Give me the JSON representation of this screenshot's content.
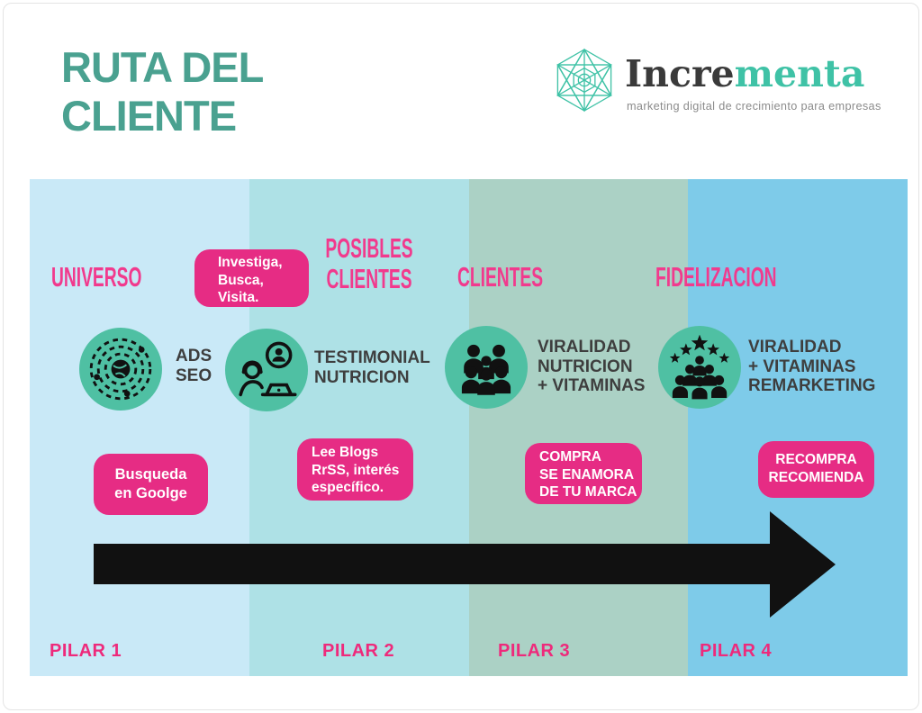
{
  "header": {
    "title_line1": "RUTA DEL",
    "title_line2": "CLIENTE",
    "logo_text_dark": "Incre",
    "logo_text_accent": "menta",
    "logo_tagline": "marketing digital de crecimiento para empresas"
  },
  "colors": {
    "title_teal": "#4AA190",
    "logo_dark": "#3A3A3A",
    "logo_teal": "#3FC2A6",
    "tagline_gray": "#8B8B8B",
    "pink_header": "#F13A8D",
    "pink_badge": "#E62C84",
    "pink_pilar": "#EE2A7B",
    "circle_teal": "#4FC0A3",
    "channel_text": "#3E3E3E",
    "arrow_black": "#111111",
    "col1": "#C9E9F7",
    "col2": "#AEE1E6",
    "col3": "#ABD1C5",
    "col4": "#7ECBE9"
  },
  "pillars": [
    {
      "label": "PILAR 1",
      "stage": "UNIVERSO",
      "icon": "universe-orbits-icon",
      "channel_line1": "ADS",
      "channel_line2": "SEO",
      "badge_bottom_line1": "Busqueda",
      "badge_bottom_line2": "en Goolge"
    },
    {
      "label": "PILAR 2",
      "stage": "POSIBLES CLIENTES",
      "icon": "testimonial-support-icon",
      "channel_line1": "TESTIMONIAL",
      "channel_line2": "NUTRICION",
      "badge_top_line1": "Investiga,",
      "badge_top_line2": "Busca,",
      "badge_top_line3": "Visita.",
      "badge_bottom_line1": "Lee Blogs",
      "badge_bottom_line2": "RrSS, interés",
      "badge_bottom_line3": "específico."
    },
    {
      "label": "PILAR 3",
      "stage": "CLIENTES",
      "icon": "clients-group-icon",
      "channel_line1": "VIRALIDAD",
      "channel_line2": "NUTRICION",
      "channel_line3": "+ VITAMINAS",
      "badge_bottom_line1": "COMPRA",
      "badge_bottom_line2": "SE ENAMORA",
      "badge_bottom_line3": "DE TU MARCA"
    },
    {
      "label": "PILAR 4",
      "stage": "FIDELIZACION",
      "icon": "loyal-fans-stars-icon",
      "channel_line1": "VIRALIDAD",
      "channel_line2": "+ VITAMINAS",
      "channel_line3": "REMARKETING",
      "badge_bottom_line1": "RECOMPRA",
      "badge_bottom_line2": "RECOMIENDA"
    }
  ]
}
